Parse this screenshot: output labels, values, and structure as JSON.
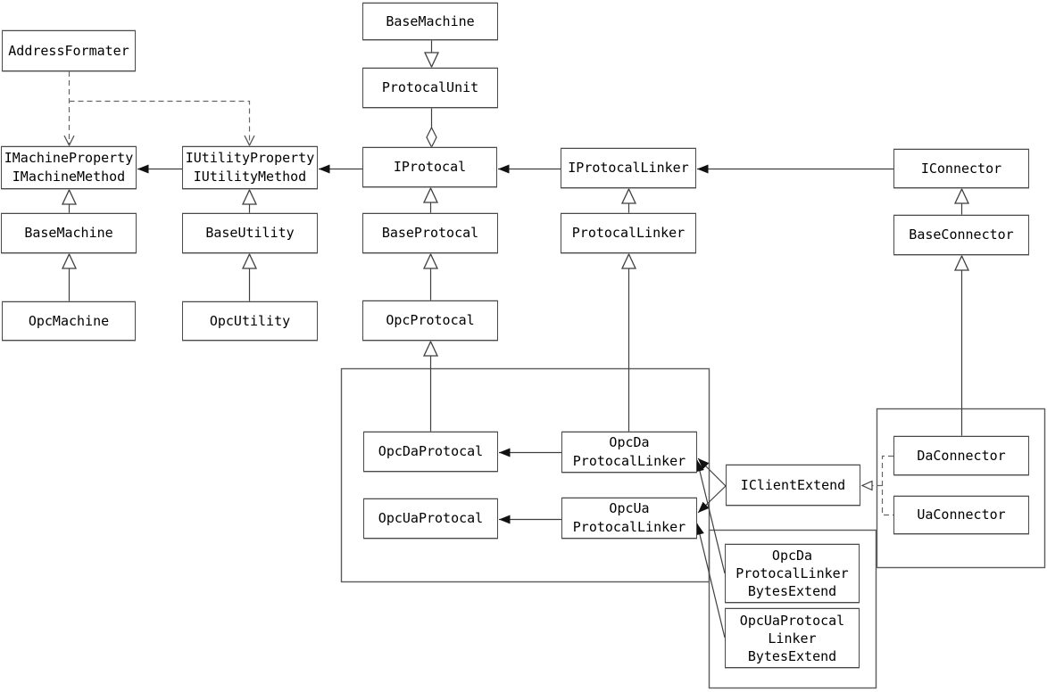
{
  "diagram": {
    "type": "uml-class-diagram",
    "colors": {
      "background": "#ffffff",
      "line": "#3f3f3f",
      "box_border": "#4a4a4a",
      "group_border": "#5c5c5c",
      "arrow_fill": "#111111",
      "text": "#000000"
    },
    "nodes": {
      "address_formater": {
        "label": "AddressFormater"
      },
      "base_machine_top": {
        "label": "BaseMachine"
      },
      "protocal_unit": {
        "label": "ProtocalUnit"
      },
      "imachine": {
        "label": "IMachineProperty\nIMachineMethod"
      },
      "iutility": {
        "label": "IUtilityProperty\nIUtilityMethod"
      },
      "iprotocal": {
        "label": "IProtocal"
      },
      "iprotocal_linker": {
        "label": "IProtocalLinker"
      },
      "iconnector": {
        "label": "IConnector"
      },
      "base_machine": {
        "label": "BaseMachine"
      },
      "base_utility": {
        "label": "BaseUtility"
      },
      "base_protocal": {
        "label": "BaseProtocal"
      },
      "protocal_linker": {
        "label": "ProtocalLinker"
      },
      "base_connector": {
        "label": "BaseConnector"
      },
      "opc_machine": {
        "label": "OpcMachine"
      },
      "opc_utility": {
        "label": "OpcUtility"
      },
      "opc_protocal": {
        "label": "OpcProtocal"
      },
      "opc_da_protocal": {
        "label": "OpcDaProtocal"
      },
      "opc_ua_protocal": {
        "label": "OpcUaProtocal"
      },
      "opc_da_protocal_linker": {
        "label": "OpcDa\nProtocalLinker"
      },
      "opc_ua_protocal_linker": {
        "label": "OpcUa\nProtocalLinker"
      },
      "iclient_extend": {
        "label": "IClientExtend"
      },
      "da_connector": {
        "label": "DaConnector"
      },
      "ua_connector": {
        "label": "UaConnector"
      },
      "opc_da_protocal_linker_bytes_extend": {
        "label": "OpcDa\nProtocalLinker\nBytesExtend"
      },
      "opc_ua_protocal_linker_bytes_extend": {
        "label": "OpcUaProtocal\nLinker\nBytesExtend"
      }
    },
    "edges": [
      {
        "from": "OpcMachine",
        "to": "BaseMachine",
        "type": "inheritance-hollow-triangle"
      },
      {
        "from": "BaseMachine",
        "to": "IMachineProperty/IMachineMethod",
        "type": "inheritance-hollow-triangle"
      },
      {
        "from": "OpcUtility",
        "to": "BaseUtility",
        "type": "inheritance-hollow-triangle"
      },
      {
        "from": "BaseUtility",
        "to": "IUtilityProperty/IUtilityMethod",
        "type": "inheritance-hollow-triangle"
      },
      {
        "from": "OpcProtocal",
        "to": "BaseProtocal",
        "type": "inheritance-hollow-triangle"
      },
      {
        "from": "BaseProtocal",
        "to": "IProtocal",
        "type": "inheritance-hollow-triangle"
      },
      {
        "from": "OpcDaProtocal",
        "to": "OpcProtocal",
        "type": "inheritance-hollow-triangle"
      },
      {
        "from": "OpcDaProtocalLinker",
        "to": "ProtocalLinker",
        "type": "inheritance-hollow-triangle"
      },
      {
        "from": "ProtocalLinker",
        "to": "IProtocalLinker",
        "type": "inheritance-hollow-triangle"
      },
      {
        "from": "DaConnector",
        "to": "BaseConnector",
        "type": "inheritance-hollow-triangle"
      },
      {
        "from": "BaseConnector",
        "to": "IConnector",
        "type": "inheritance-hollow-triangle"
      },
      {
        "from": "BaseMachine",
        "to": "ProtocalUnit",
        "type": "hollow-triangle-down"
      },
      {
        "from": "ProtocalUnit",
        "to": "IProtocal",
        "type": "aggregation-hollow-diamond"
      },
      {
        "from": "IProtocal",
        "to": "IUtilityProperty/IUtilityMethod",
        "type": "association-filled-arrow"
      },
      {
        "from": "IUtilityProperty/IUtilityMethod",
        "to": "IMachineProperty/IMachineMethod",
        "type": "association-filled-arrow"
      },
      {
        "from": "IProtocalLinker",
        "to": "IProtocal",
        "type": "association-filled-arrow"
      },
      {
        "from": "IConnector",
        "to": "IProtocalLinker",
        "type": "association-filled-arrow"
      },
      {
        "from": "OpcDaProtocalLinker",
        "to": "OpcDaProtocal",
        "type": "association-filled-arrow"
      },
      {
        "from": "OpcUaProtocalLinker",
        "to": "OpcUaProtocal",
        "type": "association-filled-arrow"
      },
      {
        "from": "IClientExtend",
        "to": "OpcDaProtocalLinker",
        "type": "association-filled-arrow"
      },
      {
        "from": "IClientExtend",
        "to": "OpcUaProtocalLinker",
        "type": "association-filled-arrow"
      },
      {
        "from": "OpcDaProtocalLinkerBytesExtend",
        "to": "OpcDaProtocalLinker",
        "type": "association-filled-arrow"
      },
      {
        "from": "OpcUaProtocalLinkerBytesExtend",
        "to": "OpcUaProtocalLinker",
        "type": "association-filled-arrow"
      },
      {
        "from": "AddressFormater",
        "to": "IMachineProperty/IMachineMethod",
        "type": "dependency-dashed-open-arrow"
      },
      {
        "from": "AddressFormater",
        "to": "IUtilityProperty/IUtilityMethod",
        "type": "dependency-dashed-open-arrow"
      },
      {
        "from": "DaConnector",
        "to": "IClientExtend",
        "type": "realization-dashed-hollow-triangle"
      },
      {
        "from": "UaConnector",
        "to": "IClientExtend",
        "type": "realization-dashed-hollow-triangle"
      }
    ]
  }
}
